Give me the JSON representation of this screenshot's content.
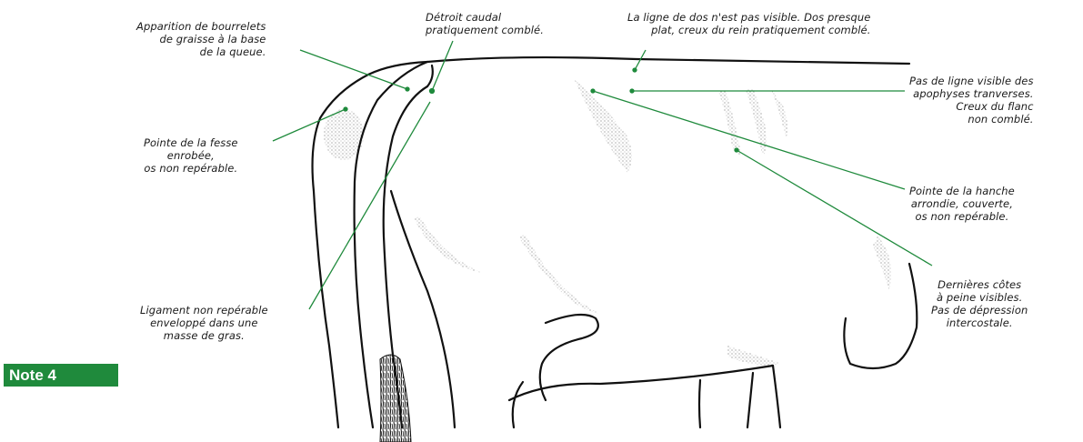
{
  "badge": {
    "text": "Note 4",
    "color": "#1f8a3c"
  },
  "colors": {
    "leader_line": "#1f8a3c",
    "outline": "#111111",
    "shading": "#777777"
  },
  "labels": {
    "bourrelets": "Apparition de bourrelets\nde graisse à la base\nde la queue.",
    "detroit": "Détroit caudal\npratiquement comblé.",
    "ligne_dos": "La ligne de dos n'est pas visible. Dos presque\nplat, creux du rein pratiquement comblé.",
    "pointe_fesse": "Pointe de la fesse\nenrobée,\nos non repérable.",
    "apophyses": "Pas de ligne visible des\napophyses tranverses.\nCreux du flanc\nnon comblé.",
    "hanche": "Pointe de la hanche\narrondie, couverte,\nos non repérable.",
    "ligament": "Ligament non repérable\nenveloppé dans une\nmasse de gras.",
    "cotes": "Dernières côtes\nà peine visibles.\nPas de dépression\nintercostale."
  }
}
